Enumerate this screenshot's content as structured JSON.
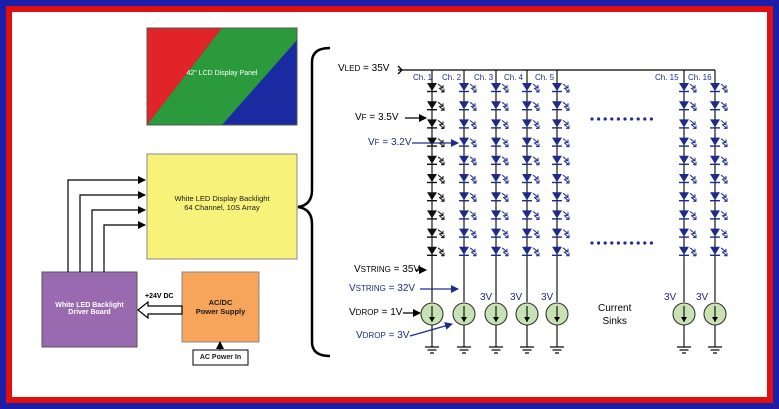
{
  "blocks": {
    "lcd_panel": "42\" LCD Display Panel",
    "backlight_line1": "White LED Display Backlight",
    "backlight_line2": "64 Channel, 10S Array",
    "driver_line1": "White LED Backlight",
    "driver_line2": "Driver Board",
    "psu_line1": "AC/DC",
    "psu_line2": "Power Supply",
    "ac_in": "AC Power In",
    "dc_label": "+24V DC"
  },
  "colors": {
    "lcd_red": "#e0242a",
    "lcd_green": "#2a9a3c",
    "lcd_blue": "#1a2aa0",
    "backlight": "#f6f27a",
    "driver": "#9a6ab0",
    "psu": "#f6a55a",
    "led_black": "#111111",
    "led_blue": "#1e2b8c",
    "sink_fill": "#c8e2b4"
  },
  "channels": [
    "Ch. 1",
    "Ch. 2",
    "Ch. 3",
    "Ch. 4",
    "Ch. 5",
    "Ch. 15",
    "Ch. 16"
  ],
  "schematic": {
    "vled_main": "V",
    "vled_sub": "LED",
    "vled_val": " = 35V",
    "vf1_main": "V",
    "vf1_sub": "F",
    "vf1_val": " = 3.5V",
    "vf2_main": "V",
    "vf2_sub": "F",
    "vf2_val": " = 3.2V",
    "vstr1_main": "V",
    "vstr1_sub": "STRING",
    "vstr1_val": " = 35V",
    "vstr2_main": "V",
    "vstr2_sub": "STRING",
    "vstr2_val": " = 32V",
    "vdrop1_main": "V",
    "vdrop1_sub": "DROP",
    "vdrop1_val": " = 1V",
    "vdrop2_main": "V",
    "vdrop2_sub": "DROP",
    "vdrop2_val": " = 3V",
    "sink_drop": "3V",
    "current_sinks_line1": "Current",
    "current_sinks_line2": "Sinks"
  }
}
